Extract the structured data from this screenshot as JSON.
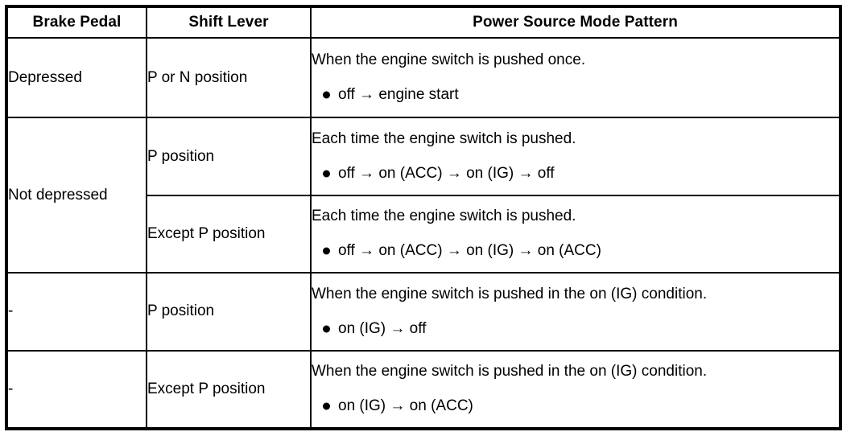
{
  "table": {
    "headers": [
      "Brake Pedal",
      "Shift Lever",
      "Power Source Mode Pattern"
    ],
    "rows": [
      {
        "brake_pedal": "Depressed",
        "shift_lever": "P or N position",
        "pattern_sentence": "When the engine switch is pushed once.",
        "pattern_bullet": "off → engine start"
      },
      {
        "brake_pedal": "Not depressed",
        "shift_lever": "P position",
        "pattern_sentence": "Each time the engine switch is pushed.",
        "pattern_bullet": "off → on (ACC) → on (IG) → off"
      },
      {
        "brake_pedal": "",
        "shift_lever": "Except P position",
        "pattern_sentence": "Each time the engine switch is pushed.",
        "pattern_bullet": "off → on (ACC) → on (IG) → on (ACC)"
      },
      {
        "brake_pedal": "-",
        "shift_lever": "P position",
        "pattern_sentence": "When the engine switch is pushed in the on (IG) condition.",
        "pattern_bullet": "on (IG) → off"
      },
      {
        "brake_pedal": "-",
        "shift_lever": "Except P position",
        "pattern_sentence": "When the engine switch is pushed in the on (IG) condition.",
        "pattern_bullet": "on (IG) → on (ACC)"
      }
    ]
  },
  "colors": {
    "border": "#000000",
    "text": "#000000",
    "background": "#ffffff"
  }
}
